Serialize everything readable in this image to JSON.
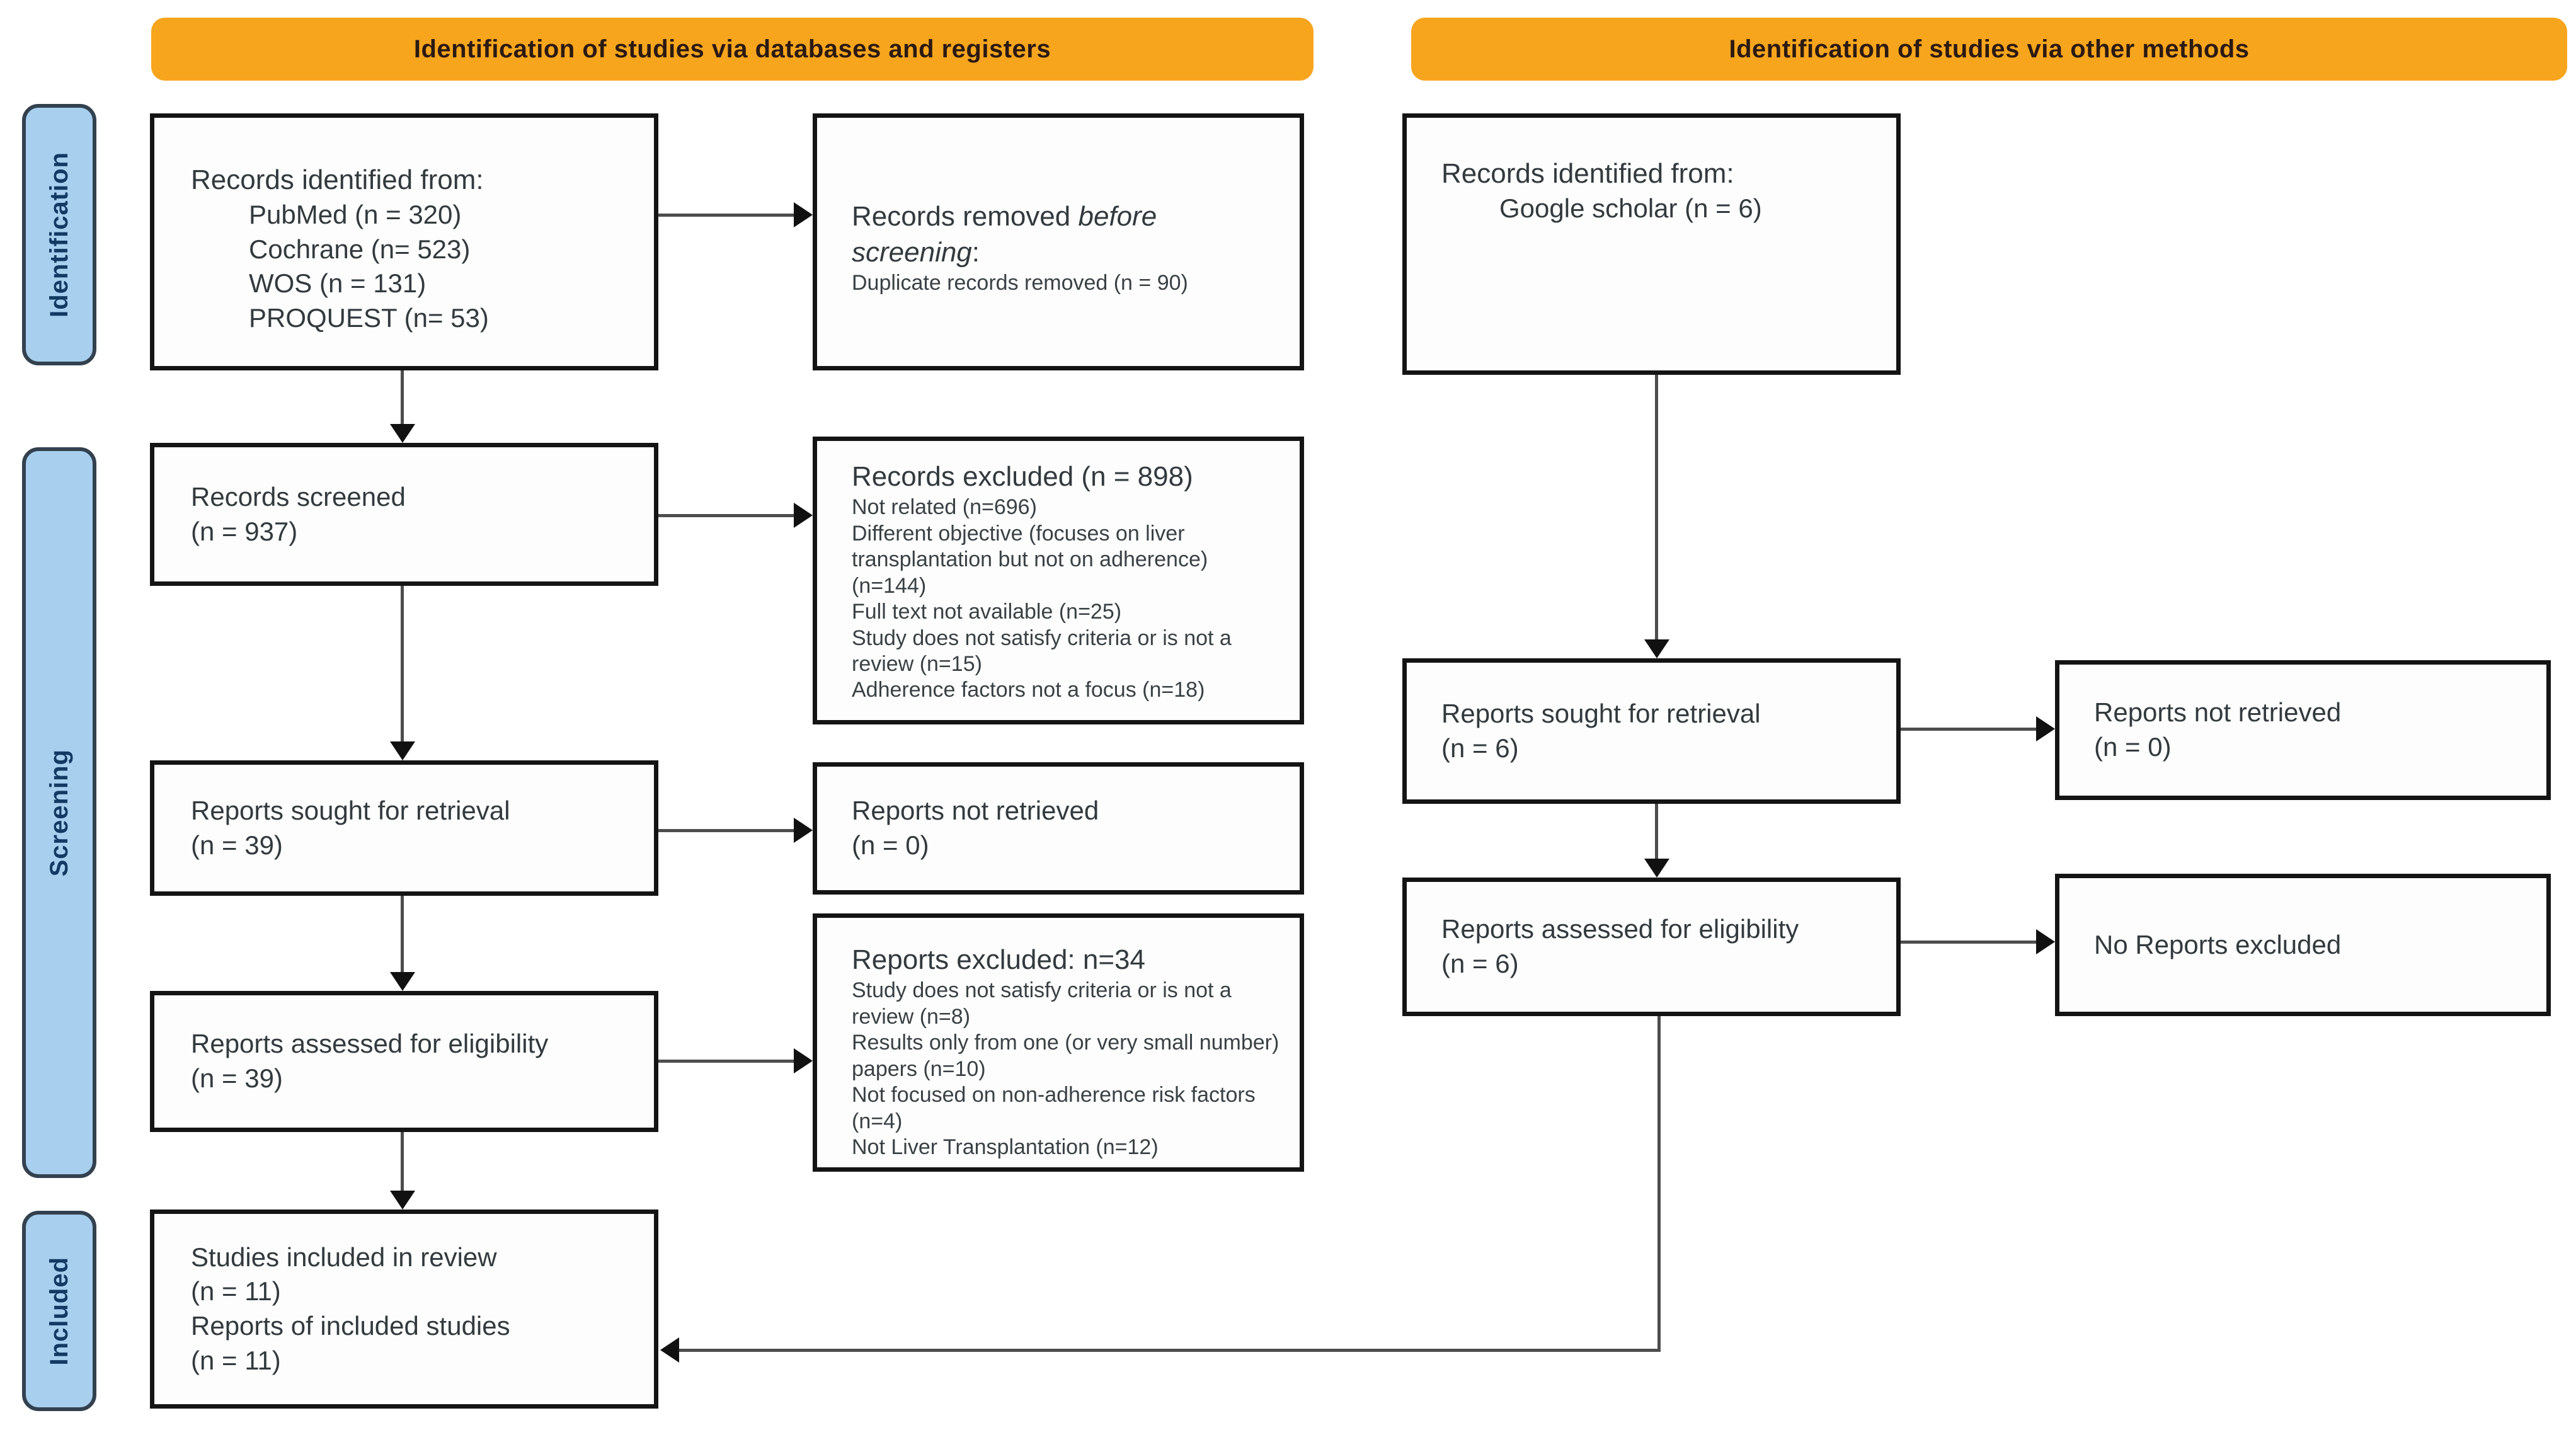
{
  "banners": {
    "databases": "Identification of studies via databases and registers",
    "other_methods": "Identification of studies via other methods"
  },
  "sidebar": {
    "identification": "Identification",
    "screening": "Screening",
    "included": "Included"
  },
  "colors": {
    "banner_bg": "#F7A51D",
    "sidebar_bg": "#A8CFEE",
    "sidebar_border": "#33414F",
    "box_border": "#141414",
    "line": "#4D4D4D"
  },
  "boxes": {
    "db_identified": {
      "title": "Records identified from:",
      "items": [
        "PubMed (n = 320)",
        "Cochrane (n= 523)",
        "WOS (n = 131)",
        "PROQUEST (n= 53)"
      ]
    },
    "records_removed": {
      "prefix": "Records removed ",
      "italic": "before screening",
      "suffix": ":",
      "detail": "Duplicate records removed (n = 90)"
    },
    "records_screened": {
      "line1": "Records screened",
      "line2": "(n = 937)"
    },
    "records_excluded": {
      "title": "Records excluded (n = 898)",
      "items": [
        "Not related (n=696)",
        "Different objective (focuses on liver transplantation but not on adherence) (n=144)",
        "Full text not available (n=25)",
        "Study does not satisfy criteria or is not a review (n=15)",
        "Adherence factors not a focus (n=18)"
      ]
    },
    "reports_sought_db": {
      "line1": "Reports sought for retrieval",
      "line2": "(n = 39)"
    },
    "reports_not_retrieved_db": {
      "line1": "Reports not retrieved",
      "line2": "(n = 0)"
    },
    "reports_assessed_db": {
      "line1": "Reports assessed for eligibility",
      "line2": "(n = 39)"
    },
    "reports_excluded": {
      "title": "Reports excluded: n=34",
      "items": [
        "Study does not satisfy criteria or is not a review (n=8)",
        "Results only from one (or very small number) papers (n=10)",
        "Not focused on non-adherence risk factors (n=4)",
        "Not Liver Transplantation (n=12)"
      ]
    },
    "included_studies": {
      "line1": "Studies included in review",
      "line2": "(n = 11)",
      "line3": "Reports of included studies",
      "line4": "(n = 11)"
    },
    "other_identified": {
      "title": "Records identified from:",
      "items": [
        "Google scholar (n = 6)"
      ]
    },
    "reports_sought_other": {
      "line1": "Reports sought for retrieval",
      "line2": "(n = 6)"
    },
    "reports_not_retrieved_other": {
      "line1": "Reports not retrieved",
      "line2": "(n = 0)"
    },
    "reports_assessed_other": {
      "line1": "Reports assessed for eligibility",
      "line2": "(n = 6)"
    },
    "no_reports_excluded": {
      "line1": "No Reports excluded"
    }
  }
}
